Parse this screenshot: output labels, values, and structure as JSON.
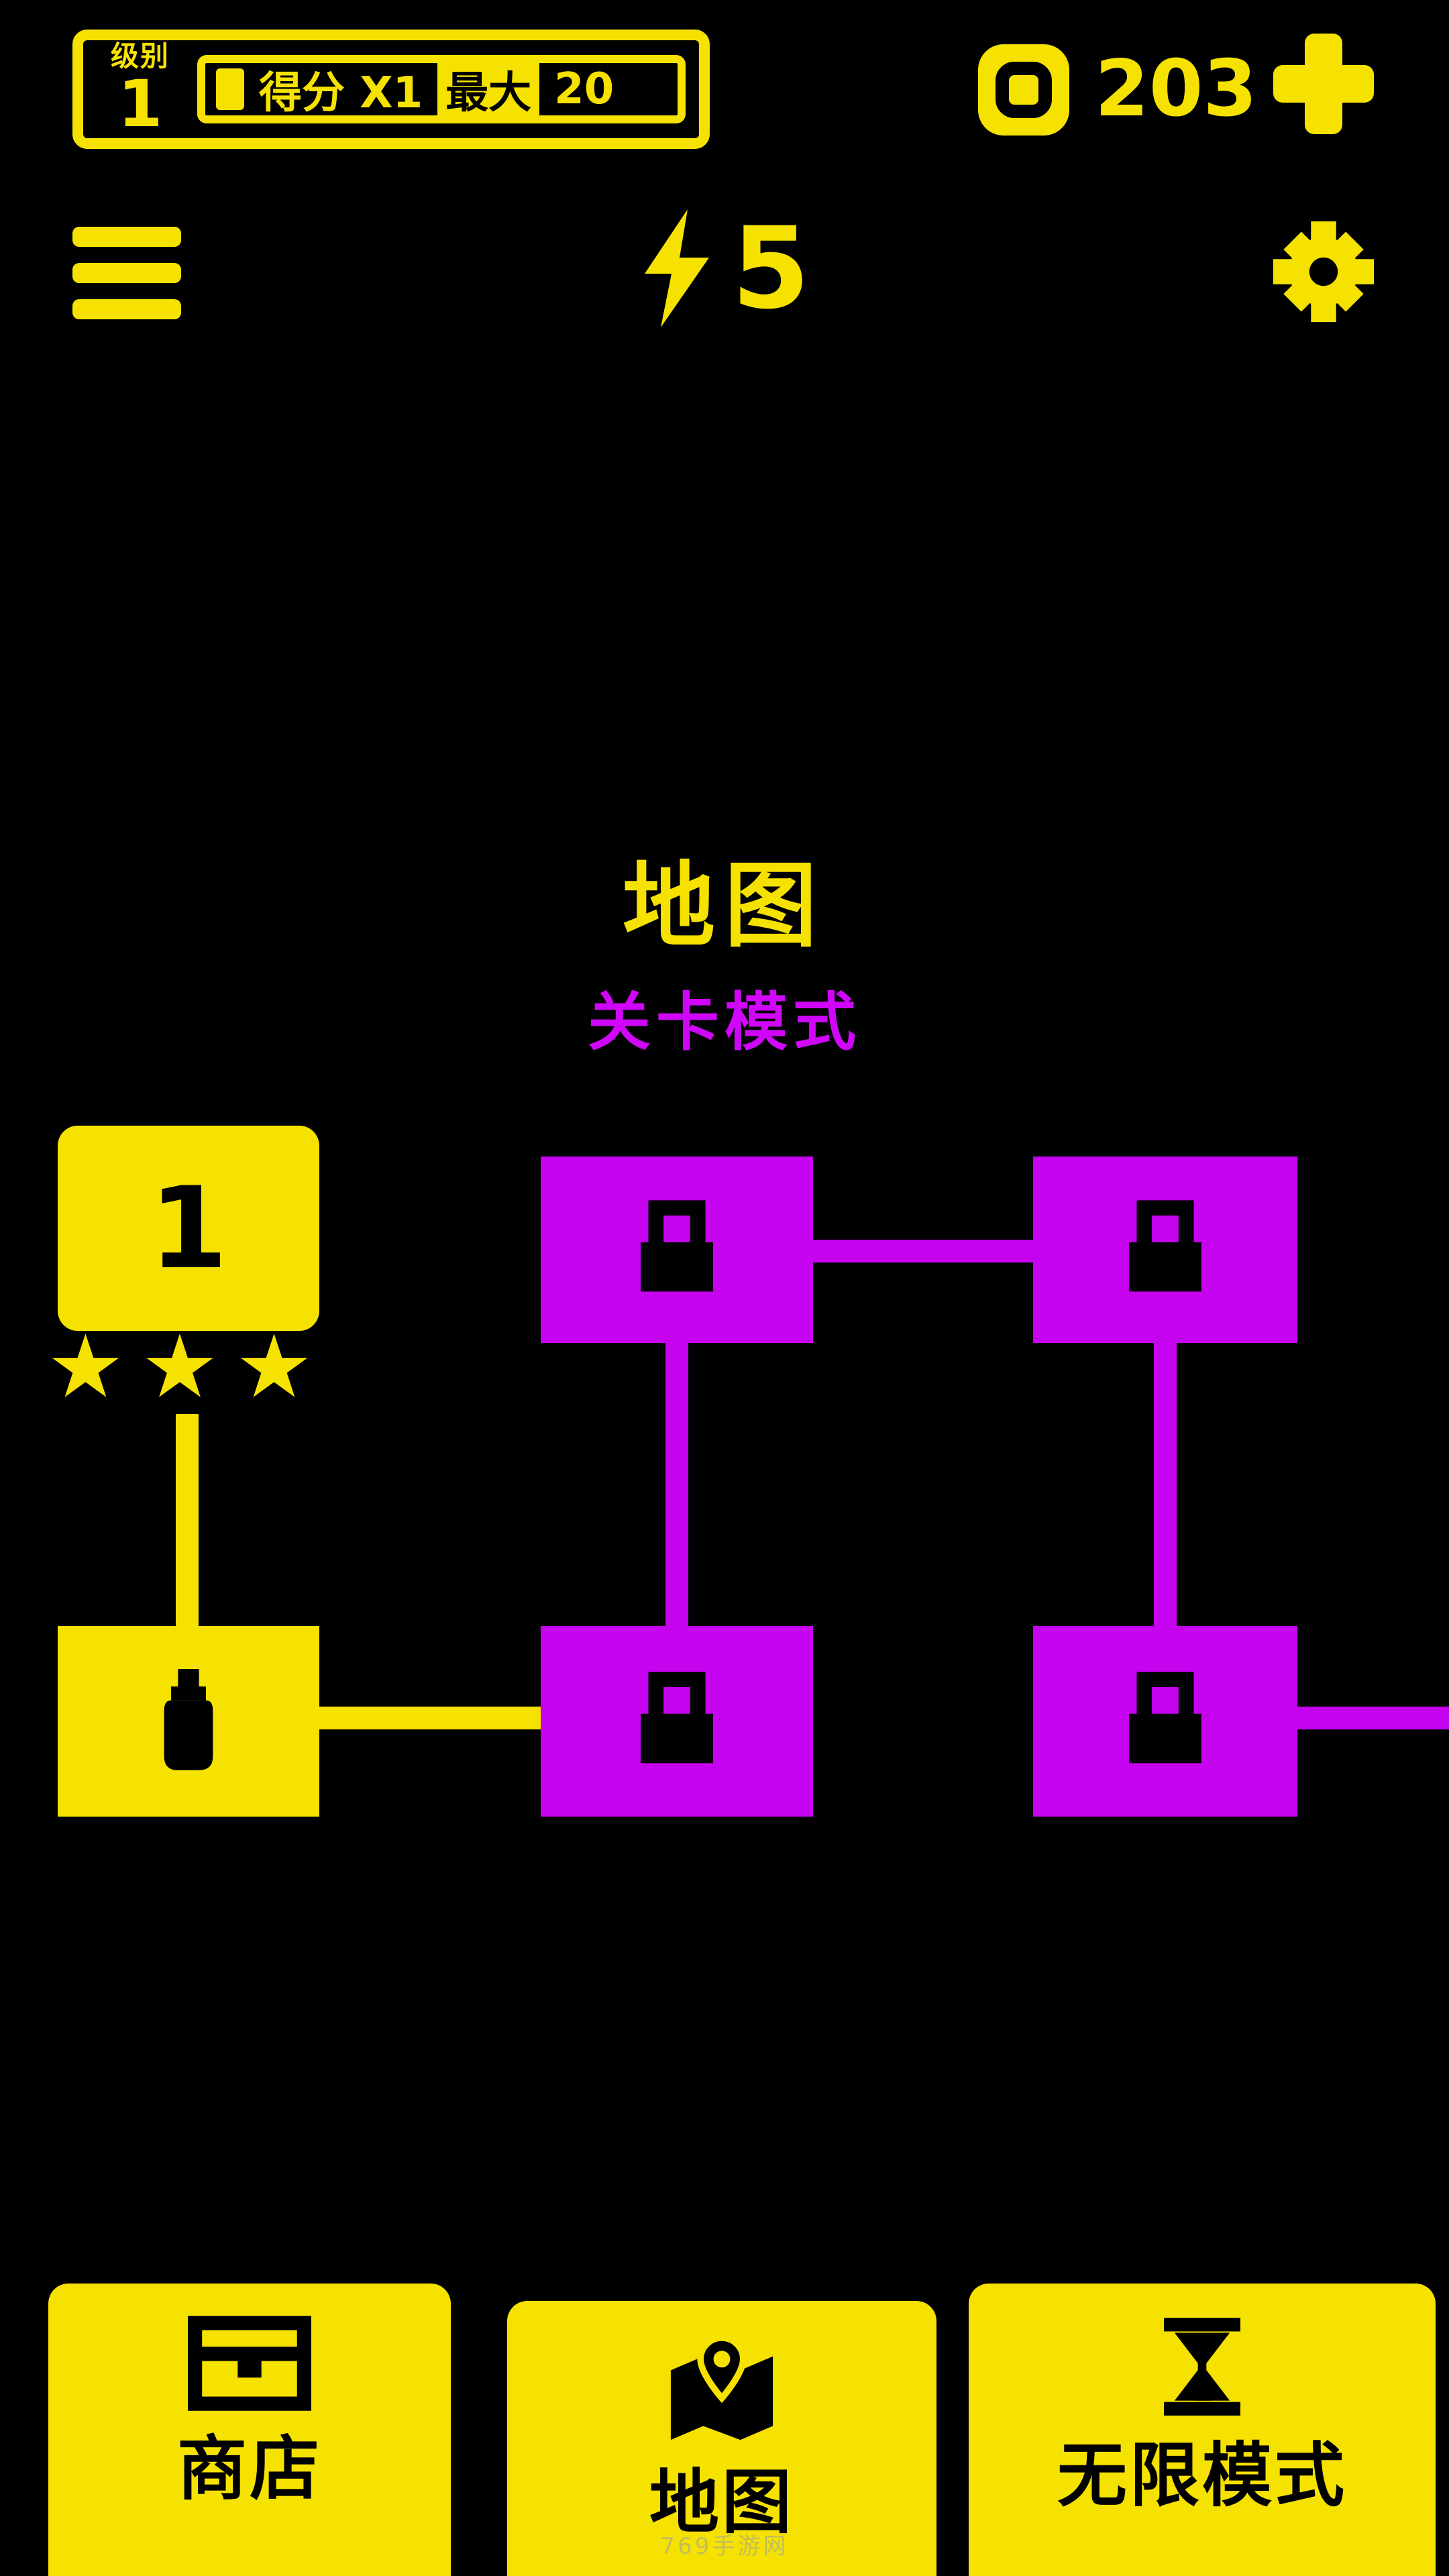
{
  "colors": {
    "background": "#000000",
    "yellow": "#f6e200",
    "magenta": "#c503ef"
  },
  "header": {
    "level_label": "级别",
    "level_value": "1",
    "score_label": "得分 X1",
    "max_label": "最大",
    "max_value": "20",
    "coins": "203",
    "energy": "5"
  },
  "map": {
    "title": "地图",
    "subtitle": "关卡模式",
    "level1_label": "1",
    "stars": "★★★"
  },
  "nav": {
    "shop": "商店",
    "map": "地图",
    "infinite": "无限模式"
  },
  "watermark": "769手游网",
  "icons": [
    "menu-icon",
    "energy-bolt-icon",
    "settings-gear-icon",
    "coin-icon",
    "add-coins-icon",
    "lock-icon",
    "player-pawn-icon",
    "star-row",
    "shop-chest-icon",
    "map-pin-icon",
    "hourglass-icon"
  ]
}
